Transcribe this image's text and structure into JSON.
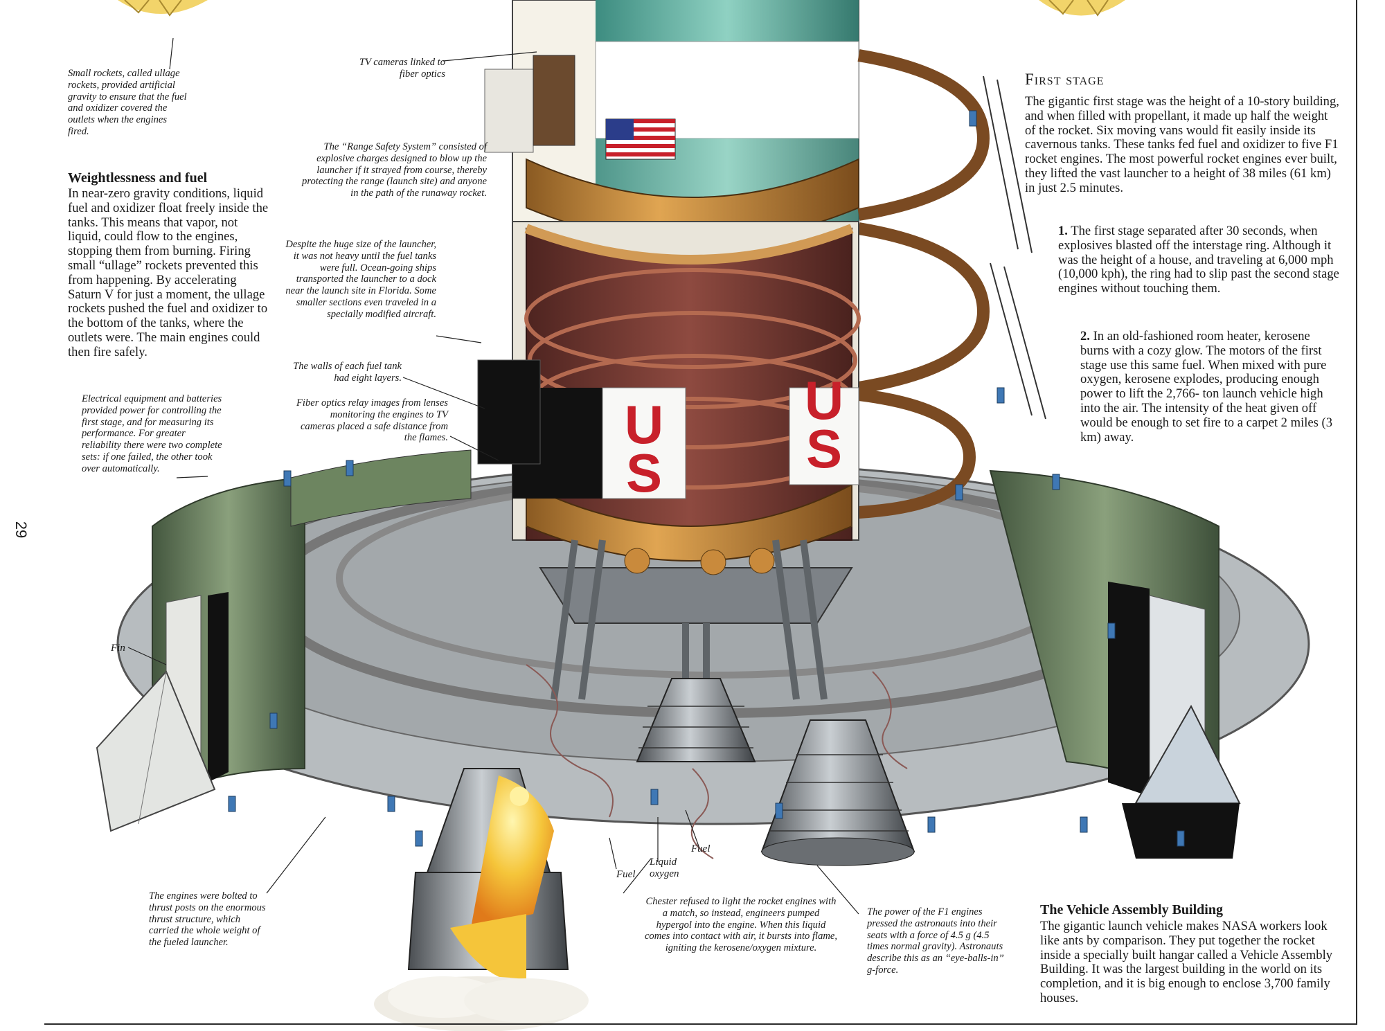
{
  "page_number": "29",
  "notes": {
    "ullage": "Small rockets, called ullage rockets, provided artificial gravity to ensure that the fuel and oxidizer covered the outlets when the engines fired.",
    "tv_cameras": "TV cameras linked to fiber optics",
    "range_safety": "The “Range Safety System” consisted of explosive charges designed to blow up the launcher if it strayed from course, thereby protecting the range (launch site) and anyone in the path of the runaway rocket.",
    "fuel_tanks": "Despite the huge size of the launcher, it was not heavy until the fuel tanks were full. Ocean-going ships transported the launcher to a dock near the launch site in Florida. Some smaller sections even traveled in a specially modified aircraft.",
    "tank_walls": "The walls of each fuel tank had eight layers.",
    "fiber_optics": "Fiber optics relay images from lenses monitoring the engines to TV cameras placed a safe distance from the flames.",
    "electrical": "Electrical equipment and batteries provided power for controlling the first stage, and for measuring its performance. For greater reliability there were two complete sets: if one failed, the other took over automatically.",
    "engines_bolted": "The engines were bolted to thrust posts on the enormous thrust structure, which carried the whole weight of the fueled launcher.",
    "chester": "Chester refused to light the rocket engines with a match, so instead, engineers pumped hypergol into the engine. When this liquid comes into contact with air, it bursts into flame, igniting the kerosene/oxygen mixture.",
    "f1_power": "The power of the F1 engines pressed the astronauts into their seats with a force of 4.5 g (4.5 times normal gravity). Astronauts describe this as an “eye-balls-in” g-force."
  },
  "labels": {
    "fin": "Fin",
    "fuel_left": "Fuel",
    "liquid_oxygen": "Liquid oxygen",
    "fuel_right": "Fuel"
  },
  "weightlessness": {
    "heading": "Weightlessness and fuel",
    "body": "In near-zero gravity conditions, liquid fuel and oxidizer float freely inside the tanks. This means that vapor, not liquid, could flow to the engines, stopping them from burning. Firing small “ullage” rockets prevented this from happening. By accelerating Saturn V for just a moment, the ullage rockets pushed the fuel and oxidizer to the bottom of the tanks, where the outlets were. The main engines could then fire safely."
  },
  "first_stage": {
    "heading": "First stage",
    "body": "The gigantic first stage was the height of a 10-story building, and when filled with propellant, it made up half the weight of the rocket. Six moving vans would fit easily inside its cavernous tanks. These tanks fed fuel and oxidizer to five F1 rocket engines. The most powerful rocket engines ever built, they lifted the vast launcher to a height of 38 miles (61 km) in just 2.5 minutes.",
    "point1_num": "1.",
    "point1": "The first stage separated after 30 seconds, when explosives blasted off the interstage ring. Although it was the height of a house, and traveling at 6,000 mph (10,000 kph), the ring had to slip past the second stage engines without touching them.",
    "point2_num": "2.",
    "point2": "In an old-fashioned room heater, kerosene burns with a cozy glow. The motors of the first stage use this same fuel. When mixed with pure oxygen, kerosene explodes, producing enough power to lift the 2,766- ton launch vehicle high into the air. The intensity of the heat given off would be enough to set fire to a carpet 2 miles (3 km) away."
  },
  "vab": {
    "heading": "The Vehicle Assembly Building",
    "body": "The gigantic launch vehicle makes NASA workers look like ants by comparison. They put together the rocket inside a specially built hangar called a Vehicle Assembly Building. It was the largest building in the world on its completion, and it is big enough to enclose 3,700 family houses."
  },
  "rocket_lettering": [
    "U",
    "S",
    "U",
    "S"
  ],
  "colors": {
    "tank_orange": "#c98a3c",
    "tank_maroon": "#7a3b33",
    "platform_green": "#5f7a55",
    "metal_grey": "#8c9196",
    "flame_yellow": "#f2c83a",
    "worker_blue": "#3f78b5",
    "stripe_red": "#c8202a"
  }
}
